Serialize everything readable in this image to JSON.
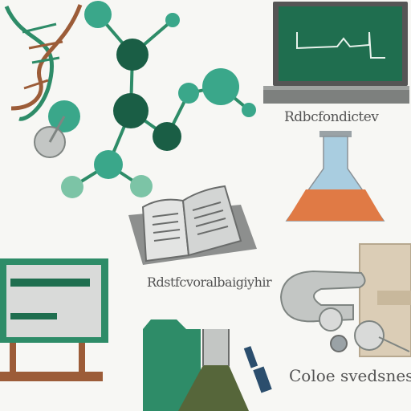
{
  "captions": {
    "laptop": "Rdbcfondictev",
    "book": "Rdstfcvoralbaigiyhir",
    "bottom": "Coloe svedsnes"
  },
  "colors": {
    "dark_green": "#1a5e45",
    "mid_green": "#2e8c68",
    "teal": "#3aa78a",
    "light_green": "#7cc4a6",
    "dna_brown": "#9c5c38",
    "grey": "#c3c6c4",
    "flask_blue": "#a9cde0",
    "flask_orange": "#e07a45",
    "olive": "#56663a",
    "paper": "#dbcdb6",
    "navy": "#2b4e6d"
  },
  "icons": [
    "dna-helix-icon",
    "molecule-network-icon",
    "laptop-graph-icon",
    "lab-flask-icon",
    "open-book-icon",
    "presentation-board-icon",
    "factory-beaker-icon",
    "microscope-icon"
  ]
}
